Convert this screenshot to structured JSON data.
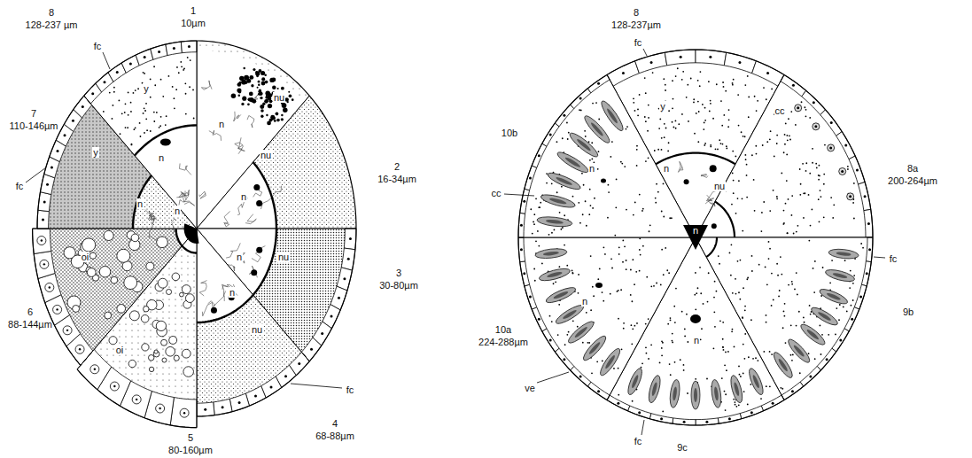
{
  "diagram": {
    "labels": [
      "8",
      "128-237 µm",
      "1",
      "10µm",
      "2",
      "16-34µm",
      "3",
      "30-80µm",
      "4",
      "68-88µm",
      "5",
      "80-160µm",
      "6",
      "88-144µm",
      "7",
      "110-146µm",
      "fc",
      "y",
      "n",
      "fc",
      "y",
      "n",
      "n",
      "oi",
      "oi",
      "fc",
      "nu",
      "nu",
      "n",
      "nu",
      "n",
      "n",
      "nu",
      "n",
      "8",
      "128-237µm",
      "8a",
      "200-264µm",
      "9b",
      "9c",
      "10b",
      "10a",
      "224-288µm",
      "fc",
      "y",
      "n",
      "nu",
      "n",
      "cc",
      "fc",
      "fc",
      "cc",
      "n",
      "n",
      "ve",
      "n"
    ]
  }
}
